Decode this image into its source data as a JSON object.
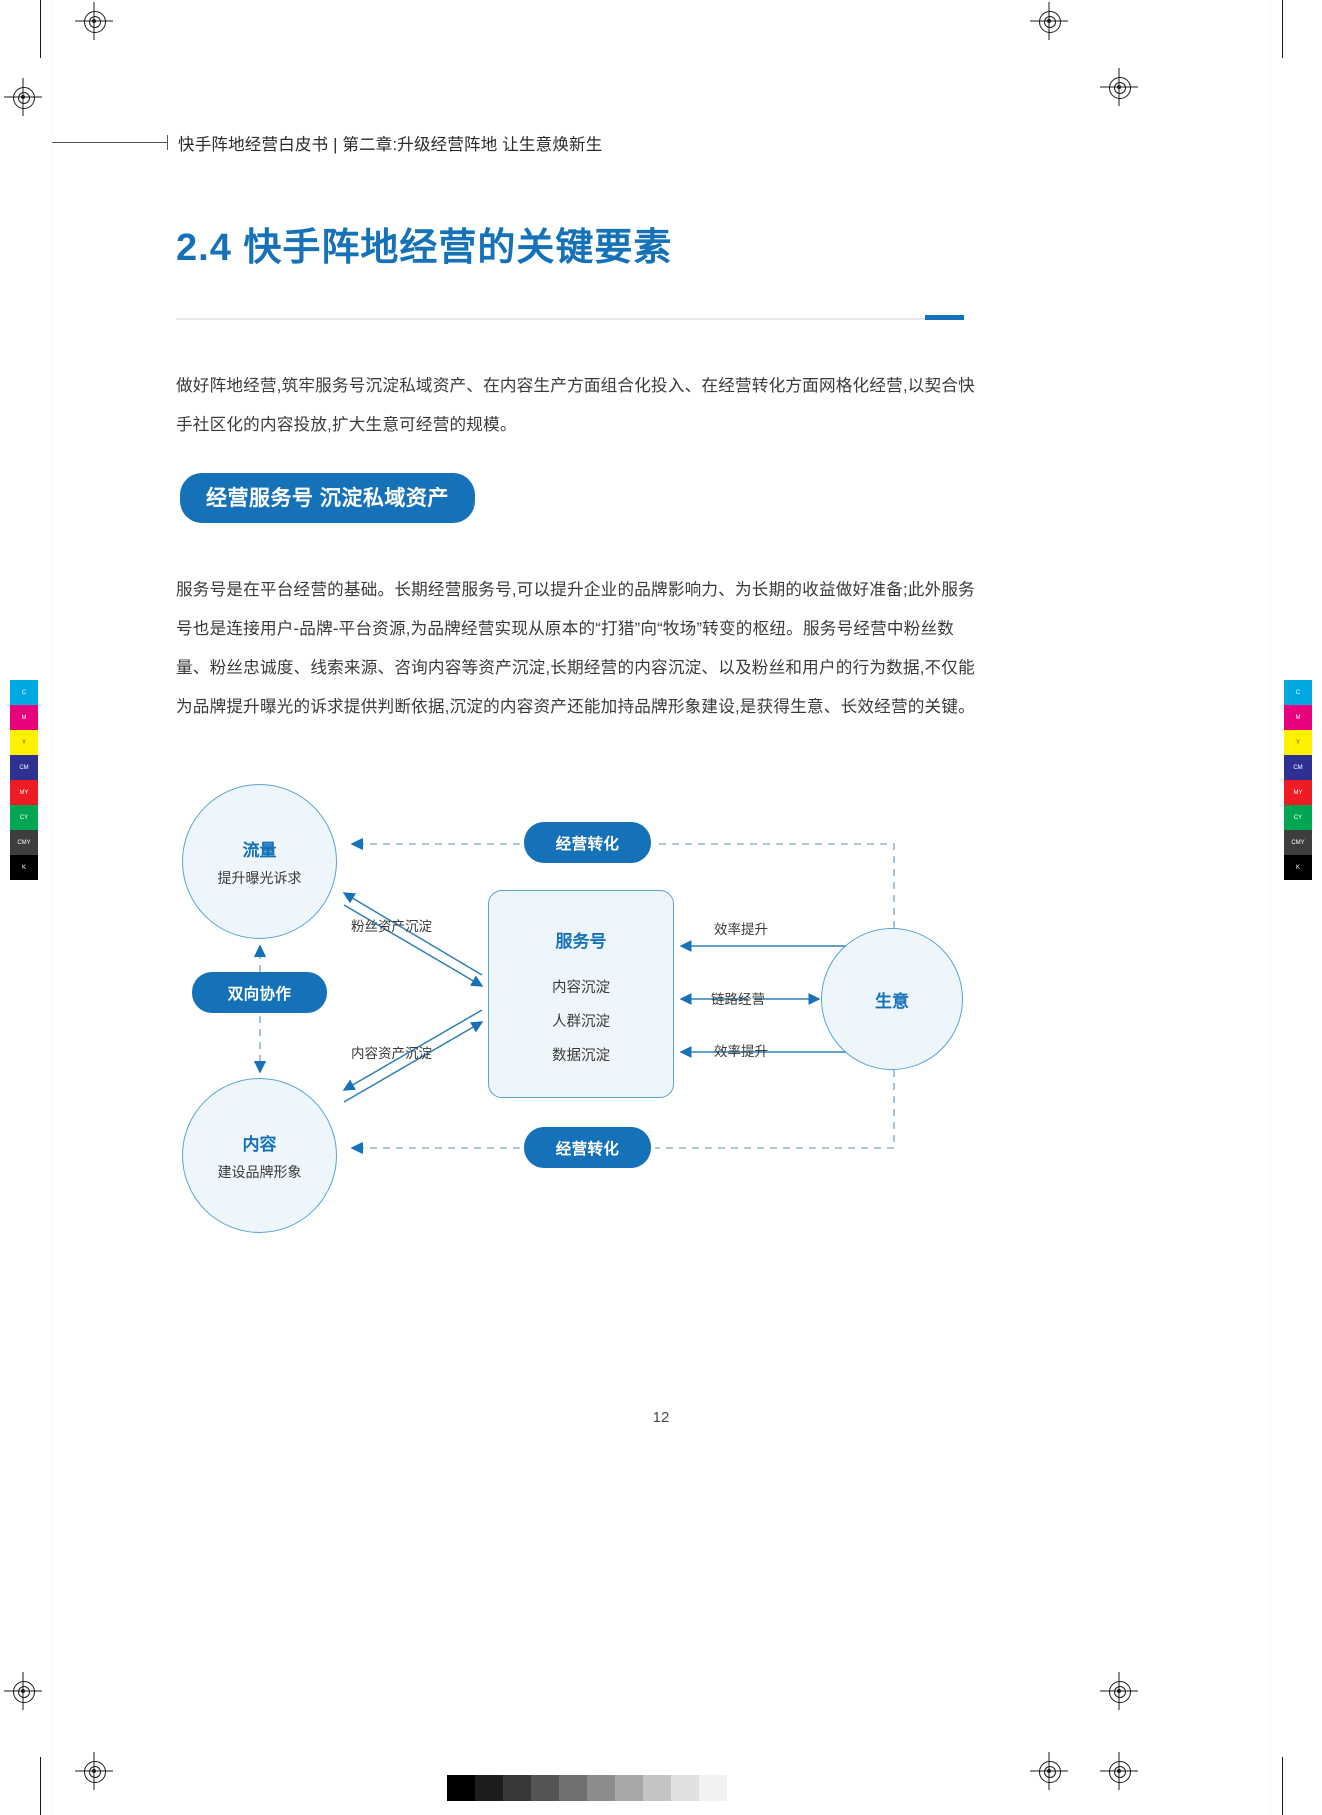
{
  "header": {
    "running_head": "快手阵地经营白皮书 | 第二章:升级经营阵地 让生意焕新生"
  },
  "section": {
    "title": "2.4 快手阵地经营的关键要素",
    "intro": "做好阵地经营,筑牢服务号沉淀私域资产、在内容生产方面组合化投入、在经营转化方面网格化经营,以契合快手社区化的内容投放,扩大生意可经营的规模。",
    "badge": "经营服务号 沉淀私域资产",
    "body": "服务号是在平台经营的基础。长期经营服务号,可以提升企业的品牌影响力、为长期的收益做好准备;此外服务号也是连接用户-品牌-平台资源,为品牌经营实现从原本的“打猎”向“牧场”转变的枢纽。服务号经营中粉丝数量、粉丝忠诚度、线索来源、咨询内容等资产沉淀,长期经营的内容沉淀、以及粉丝和用户的行为数据,不仅能为品牌提升曝光的诉求提供判断依据,沉淀的内容资产还能加持品牌形象建设,是获得生意、长效经营的关键。"
  },
  "diagram": {
    "nodes": {
      "traffic": {
        "title": "流量",
        "sub": "提升曝光诉求"
      },
      "content": {
        "title": "内容",
        "sub": "建设品牌形象"
      },
      "business": {
        "title": "生意"
      },
      "service": {
        "title": "服务号",
        "items": [
          "内容沉淀",
          "人群沉淀",
          "数据沉淀"
        ]
      }
    },
    "pills": {
      "conversion_top": "经营转化",
      "conversion_bottom": "经营转化",
      "collaboration": "双向协作"
    },
    "edge_labels": {
      "fans_asset": "粉丝资产沉淀",
      "content_asset": "内容资产沉淀",
      "efficiency_top": "效率提升",
      "chain_ops": "链路经营",
      "efficiency_bottom": "效率提升"
    }
  },
  "footer": {
    "page_number": "12"
  },
  "colors": {
    "accent": "#1571b8",
    "circle_fill": "#eef6fb",
    "circle_stroke": "#58a4d2",
    "text": "#3a3a3a"
  },
  "print_marks": {
    "swatch_labels": [
      "C",
      "M",
      "Y",
      "CM",
      "MY",
      "CY",
      "CMY",
      "K"
    ],
    "swatch_colors": [
      "#00a8e4",
      "#e8007d",
      "#fff200",
      "#2e3192",
      "#ed1c24",
      "#00a651",
      "#3d3d3d",
      "#000000"
    ],
    "gray_ramp": [
      "#000000",
      "#1c1c1c",
      "#383838",
      "#545454",
      "#707070",
      "#8c8c8c",
      "#a8a8a8",
      "#c4c4c4",
      "#e0e0e0",
      "#f2f2f2"
    ]
  }
}
